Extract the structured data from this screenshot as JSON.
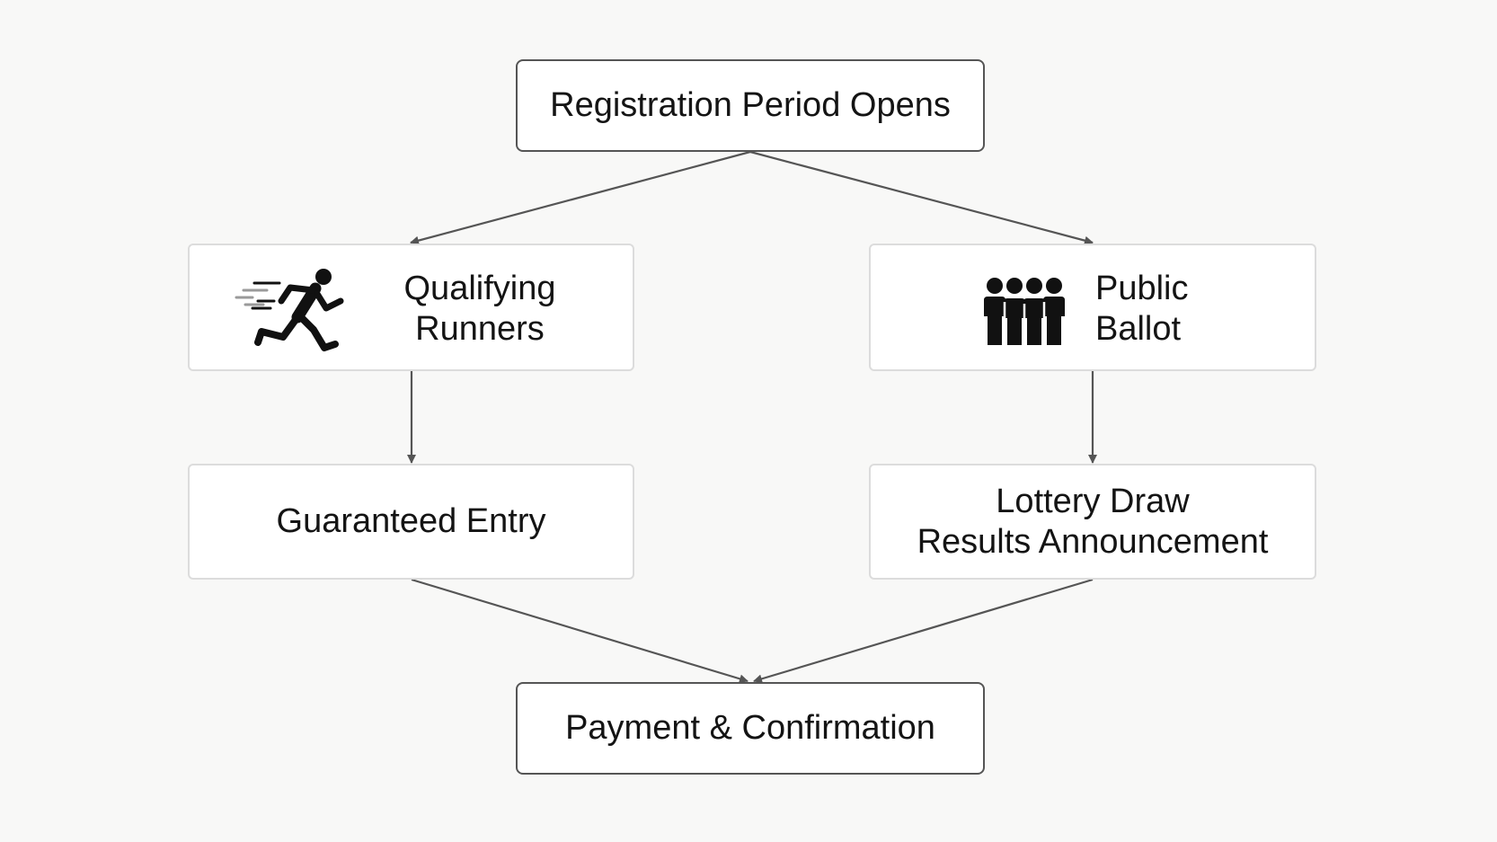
{
  "diagram": {
    "nodes": [
      {
        "id": "registration",
        "lines": [
          "Registration Period Opens"
        ]
      },
      {
        "id": "qualifying",
        "lines": [
          "Qualifying",
          "Runners"
        ],
        "icon": "running-person-icon"
      },
      {
        "id": "ballot",
        "lines": [
          "Public",
          "Ballot"
        ],
        "icon": "group-of-people-icon"
      },
      {
        "id": "guaranteed",
        "lines": [
          "Guaranteed Entry"
        ]
      },
      {
        "id": "lottery",
        "lines": [
          "Lottery Draw",
          "Results Announcement"
        ]
      },
      {
        "id": "payment",
        "lines": [
          "Payment & Confirmation"
        ]
      }
    ],
    "edges": [
      {
        "from": "registration",
        "to": "qualifying"
      },
      {
        "from": "registration",
        "to": "ballot"
      },
      {
        "from": "qualifying",
        "to": "guaranteed"
      },
      {
        "from": "ballot",
        "to": "lottery"
      },
      {
        "from": "guaranteed",
        "to": "payment"
      },
      {
        "from": "lottery",
        "to": "payment"
      }
    ],
    "colors": {
      "background": "#f8f8f7",
      "box_fill": "#ffffff",
      "box_border_strong": "#555555",
      "box_border_soft": "#dcdcdc",
      "text": "#141414",
      "arrow": "#555555",
      "icon": "#111111"
    }
  }
}
